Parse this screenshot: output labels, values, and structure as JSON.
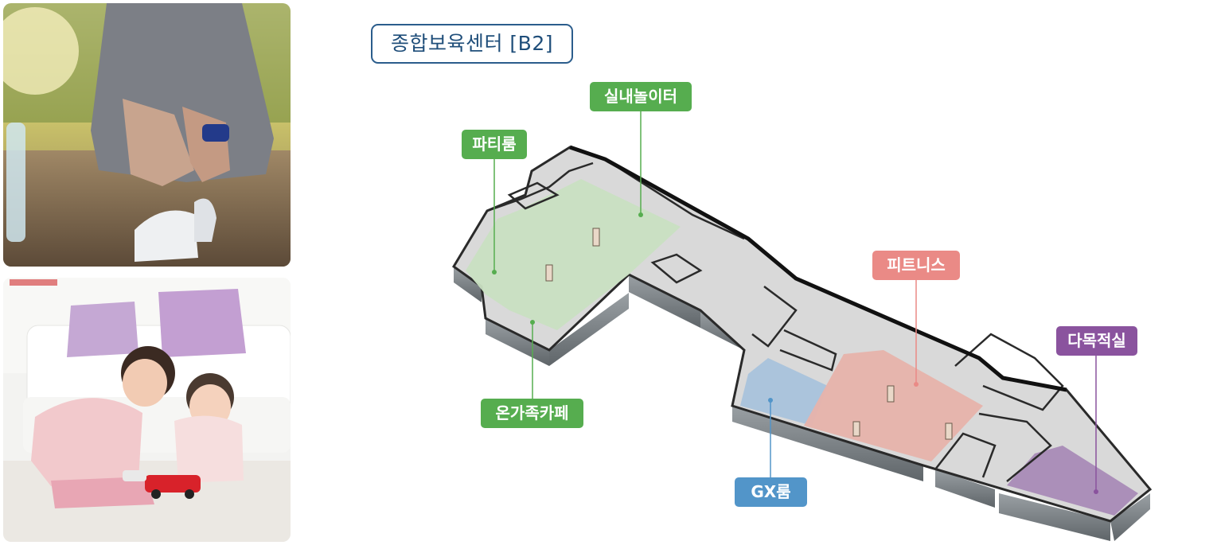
{
  "title": "종합보육센터 [B2]",
  "labels": {
    "indoor_playground": "실내놀이터",
    "party_room": "파티룸",
    "fitness": "피트니스",
    "multipurpose_room": "다목적실",
    "family_cafe": "온가족카페",
    "gx_room": "GX룸"
  },
  "colors": {
    "green": "#56ad4f",
    "pink": "#ea8a86",
    "purple": "#8a539e",
    "blue": "#5295c9",
    "title_border": "#2b5d8c"
  }
}
